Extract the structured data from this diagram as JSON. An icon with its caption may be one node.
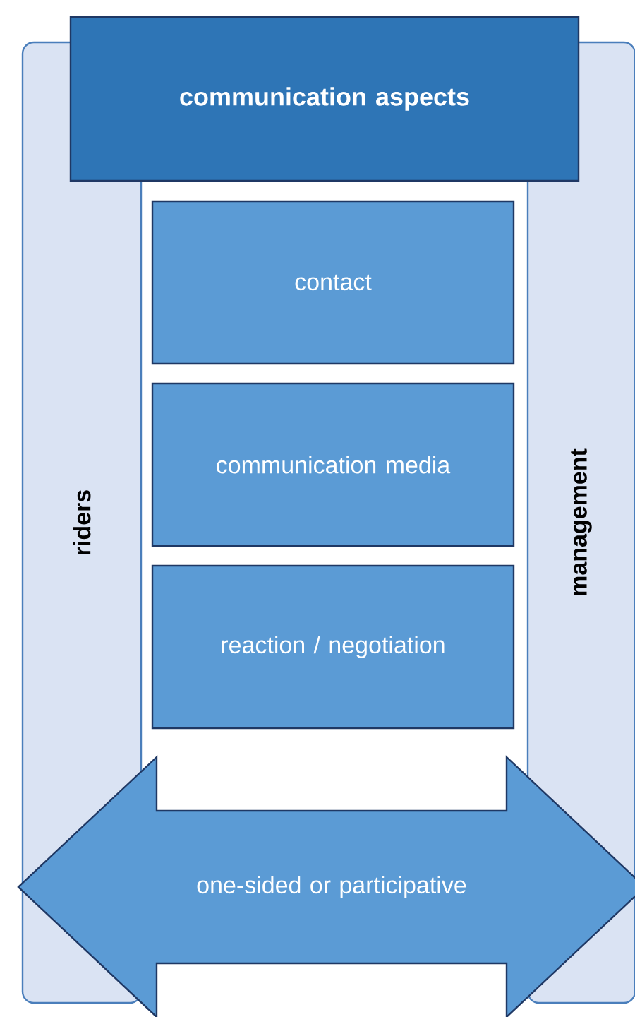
{
  "diagram": {
    "nodes": [
      {
        "text": [
          "riders"
        ]
      },
      {
        "text": [
          "management"
        ]
      },
      {
        "text": [
          "communication aspects"
        ]
      },
      {
        "text": [
          "contact"
        ]
      },
      {
        "text": [
          "communication media"
        ]
      },
      {
        "text": [
          "reaction / negotiation"
        ]
      }
    ],
    "edges": [
      {
        "from": 0,
        "to": 1,
        "arrow": "both",
        "label": "one-sided or participative"
      }
    ]
  }
}
